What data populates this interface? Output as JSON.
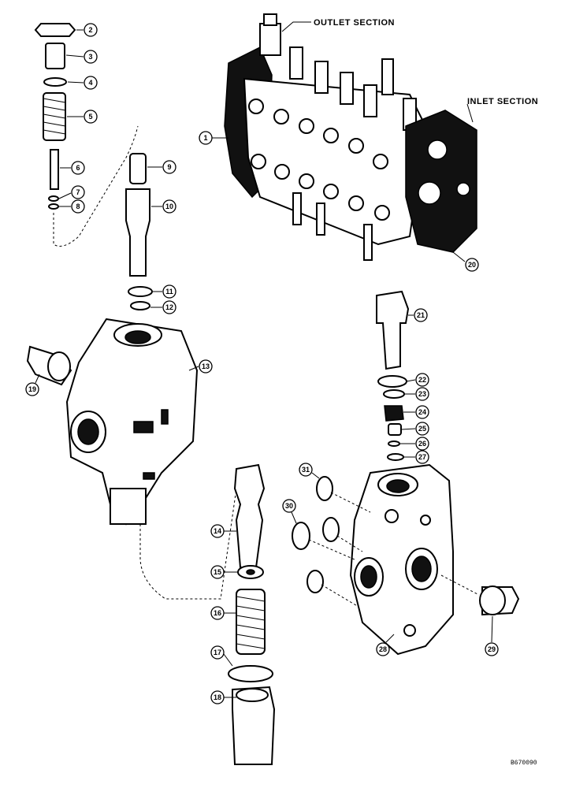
{
  "labels": {
    "outlet_section": "OUTLET SECTION",
    "inlet_section": "INLET SECTION",
    "drawing_code": "B670090"
  },
  "callouts": [
    "1",
    "2",
    "3",
    "4",
    "5",
    "6",
    "7",
    "8",
    "9",
    "10",
    "11",
    "12",
    "13",
    "14",
    "15",
    "16",
    "17",
    "18",
    "19",
    "20",
    "21",
    "22",
    "23",
    "24",
    "25",
    "26",
    "27",
    "28",
    "29",
    "30",
    "31"
  ]
}
